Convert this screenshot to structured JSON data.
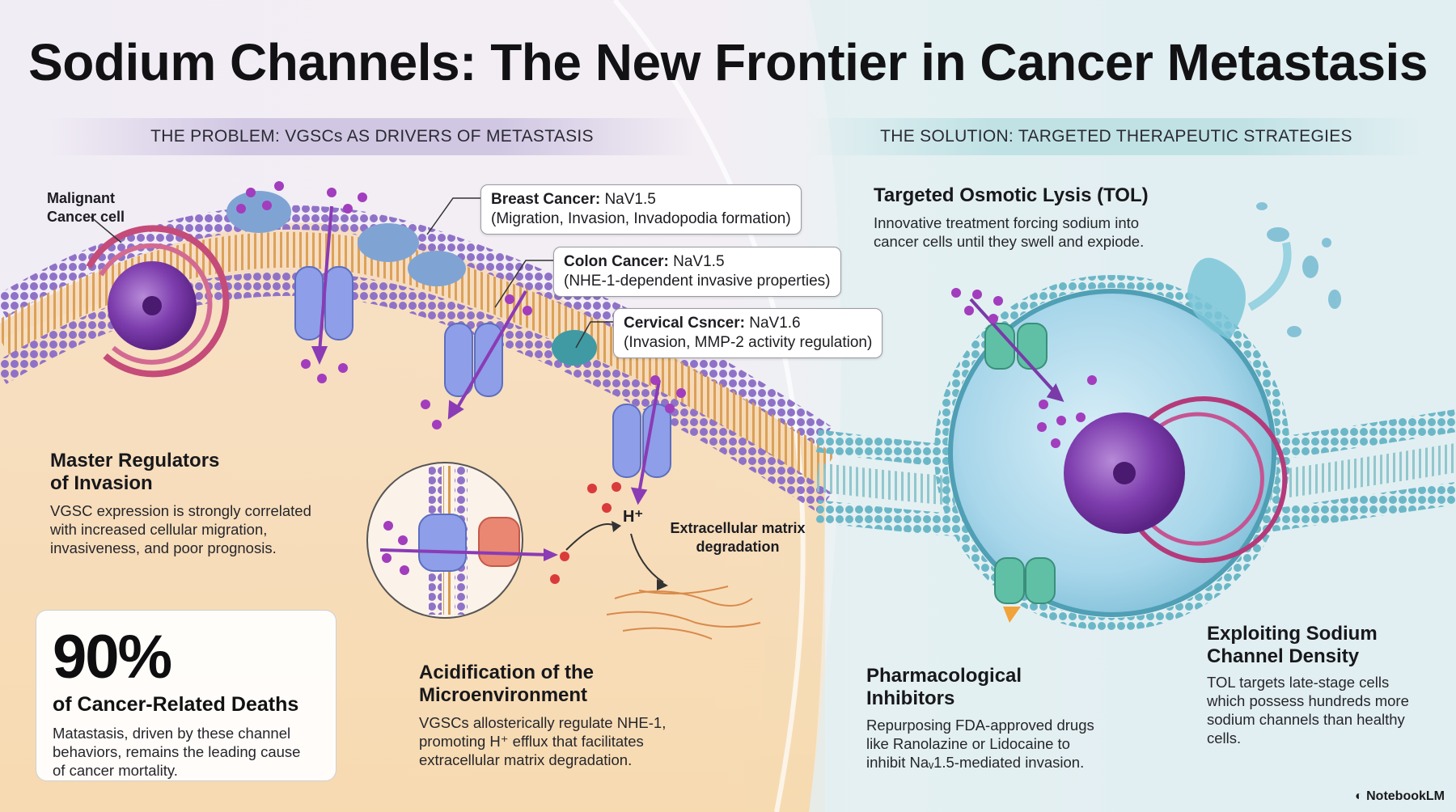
{
  "title": "Sodium Channels: The New Frontier in Cancer Metastasis",
  "sections": {
    "problem": "THE PROBLEM: VGSCs AS DRIVERS OF METASTASIS",
    "solution": "THE SOLUTION: TARGETED THERAPEUTIC STRATEGIES"
  },
  "labels": {
    "malignant_cell": "Malignant\nCancer cell",
    "h_plus": "H⁺",
    "ecm_degradation": "Extracellular matrix\ndegradation"
  },
  "callouts": [
    {
      "name": "Breast Cancer:",
      "channel": "NaV1.5",
      "detail": "(Migration, Invasion, Invadopodia formation)"
    },
    {
      "name": "Colon Cancer:",
      "channel": "NaV1.5",
      "detail": "(NHE-1-dependent invasive properties)"
    },
    {
      "name": "Cervical Csncer:",
      "channel": "NaV1.6",
      "detail": "(Invasion, MMP-2 activity regulation)"
    }
  ],
  "problem_blocks": {
    "master": {
      "heading": "Master Regulators\nof Invasion",
      "body": "VGSC expression is strongly correlated\nwith increased cellular migration,\ninvasiveness, and poor prognosis."
    },
    "acid": {
      "heading": "Acidification of the\nMicroenvironment",
      "body": "VGSCs allosterically regulate NHE-1,\npromoting H⁺ efflux that facilitates\nextracellular matrix degradation."
    }
  },
  "stat": {
    "value": "90%",
    "label": "of Cancer-Related Deaths",
    "body": "Matastasis, driven by these channel\nbehaviors, remains the leading cause\nof cancer mortality."
  },
  "solution_blocks": {
    "tol": {
      "heading": "Targeted Osmotic Lysis (TOL)",
      "body": "Innovative treatment forcing sodium into\ncancer cells until they swell and expiode."
    },
    "pharma": {
      "heading": "Pharmacological\nInhibitors",
      "body": "Repurposing FDA-approved drugs\nlike Ranolazine or Lidocaine to\ninhibit Naᵥ1.5-mediated invasion."
    },
    "density": {
      "heading": "Exploiting Sodium\nChannel Density",
      "body": "TOL targets late-stage cells\nwhich possess hundreds more\nsodium channels than healthy\ncells."
    }
  },
  "brand": "NotebookLM",
  "colors": {
    "membrane_head": "#8c6cc4",
    "membrane_tail": "#e0a860",
    "channel_blue": "#8e9ee8",
    "channel_teal": "#5fc0a6",
    "ion_purple": "#a23dbd",
    "proton_red": "#d93b3b",
    "nucleus": "#7a3aa8",
    "cell_blue": "#9fd4ec"
  },
  "icons": [
    "notebooklm-logo-icon",
    "nucleus-icon",
    "ion-channel-icon",
    "arrow-icon"
  ]
}
